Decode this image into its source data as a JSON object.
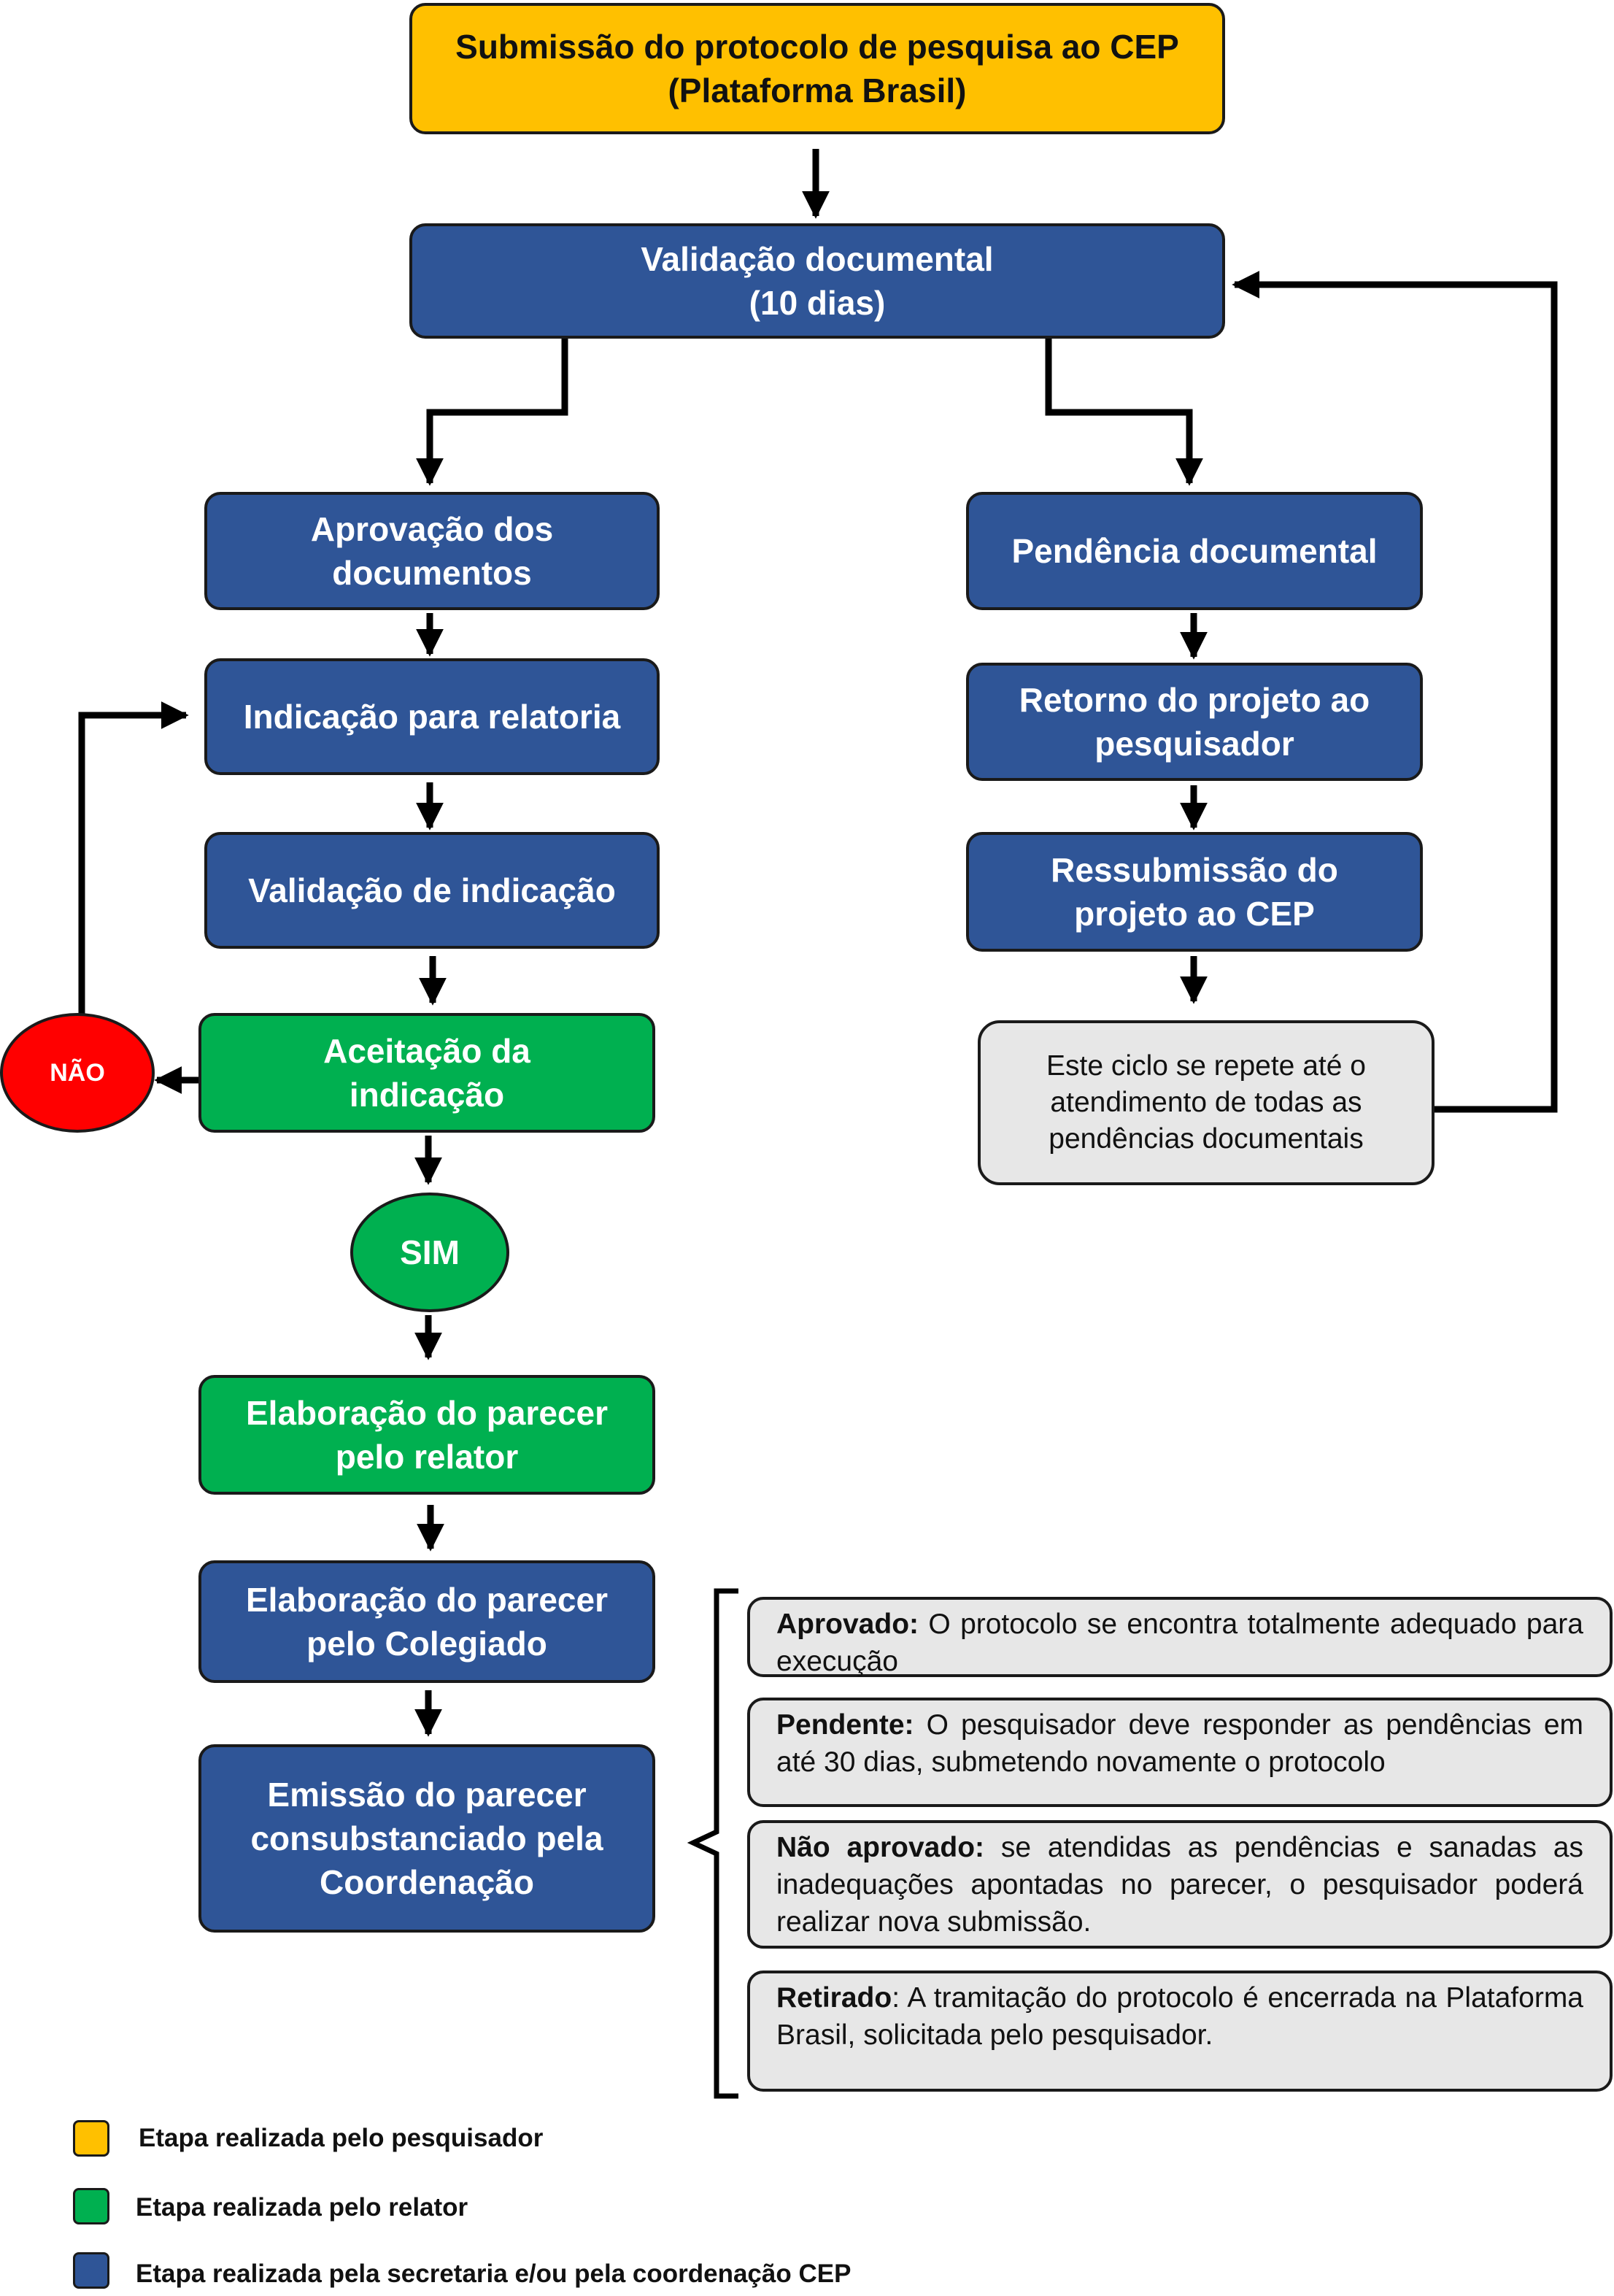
{
  "colors": {
    "researcher": "#ffc000",
    "rapporteur": "#00b050",
    "secretariat": "#2f5597",
    "no": "#ff0000",
    "note": "#e7e7e7"
  },
  "nodes": {
    "submission": {
      "line1": "Submissão do protocolo de pesquisa ao CEP",
      "line2": "(Plataforma Brasil)"
    },
    "validation": {
      "line1": "Validação documental",
      "line2": "(10 dias)"
    },
    "approval": {
      "line1": "Aprovação dos",
      "line2": "documentos"
    },
    "pending": {
      "line1": "Pendência documental"
    },
    "indication": {
      "line1": "Indicação para relatoria"
    },
    "return_project": {
      "line1": "Retorno do projeto ao",
      "line2": "pesquisador"
    },
    "indication_validation": {
      "line1": "Validação de indicação"
    },
    "resubmission": {
      "line1": "Ressubmissão do",
      "line2": "projeto ao CEP"
    },
    "acceptance": {
      "line1": "Aceitação da",
      "line2": "indicação"
    },
    "cycle_note": {
      "line1": "Este ciclo se repete até o",
      "line2": "atendimento de todas as",
      "line3": "pendências documentais"
    },
    "no": "NÃO",
    "yes": "SIM",
    "rapporteur_opinion": {
      "line1": "Elaboração do parecer",
      "line2": "pelo relator"
    },
    "collegiate_opinion": {
      "line1": "Elaboração do parecer",
      "line2": "pelo Colegiado"
    },
    "issuance": {
      "line1": "Emissão do parecer",
      "line2": "consubstanciado pela",
      "line3": "Coordenação"
    }
  },
  "outcomes": [
    {
      "term": "Aprovado:",
      "text": " O protocolo se encontra totalmente adequado para execução"
    },
    {
      "term": "Pendente:",
      "text": " O pesquisador deve responder as pendências em até 30 dias, submetendo novamente o protocolo"
    },
    {
      "term": "Não aprovado:",
      "text": " se atendidas as pendências e sanadas as inadequações apontadas no parecer, o pesquisador poderá realizar nova submissão."
    },
    {
      "term": "Retirado",
      "text": ": A tramitação do protocolo é encerrada na Plataforma Brasil, solicitada pelo pesquisador."
    }
  ],
  "legend": [
    {
      "label": "Etapa realizada pelo pesquisador"
    },
    {
      "label": "Etapa realizada pelo relator"
    },
    {
      "label": "Etapa realizada pela secretaria e/ou pela coordenação CEP"
    }
  ]
}
